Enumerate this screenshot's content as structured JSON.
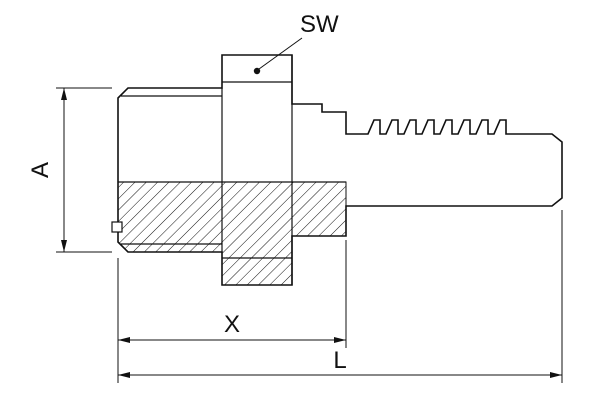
{
  "drawing": {
    "background_color": "#ffffff",
    "line_color": "#111111",
    "type": "technical-dimension-drawing"
  },
  "labels": {
    "callout_sw": "SW",
    "dimension_a": "A",
    "dimension_x": "X",
    "dimension_l": "L"
  }
}
